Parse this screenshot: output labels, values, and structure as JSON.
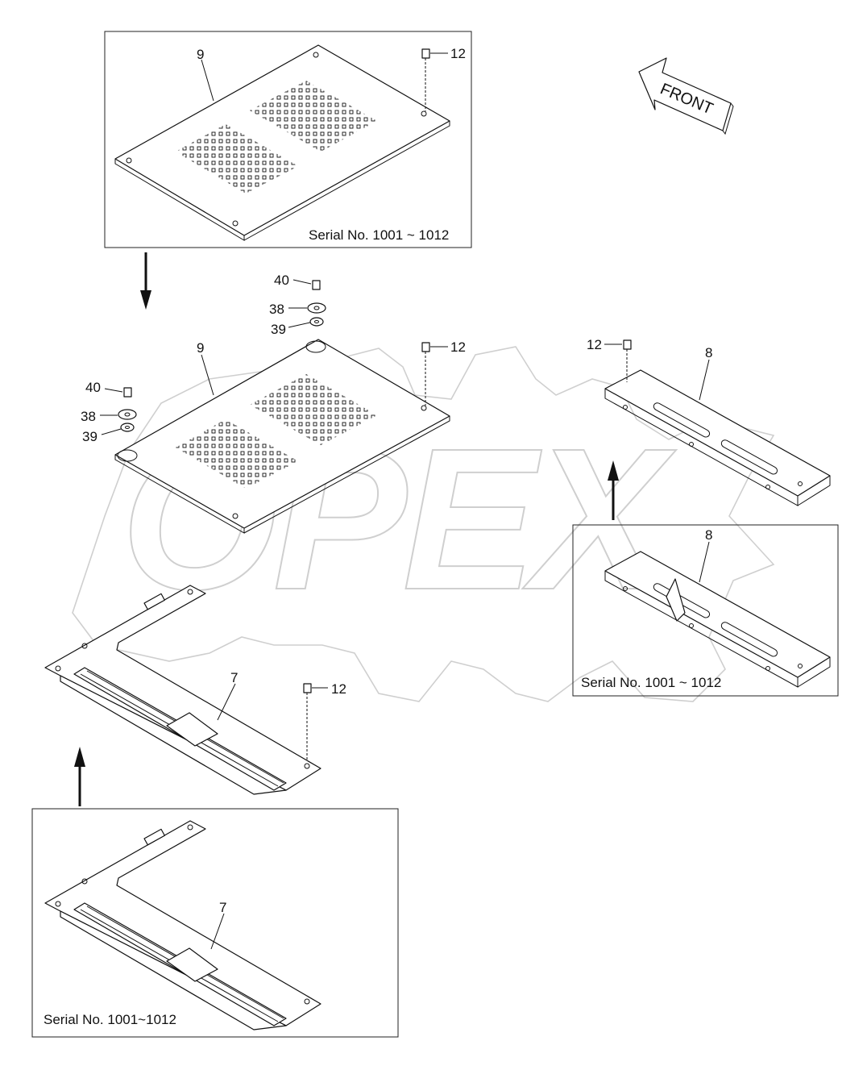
{
  "watermark": {
    "text": "OPEX"
  },
  "direction_arrow": {
    "label": "FRONT"
  },
  "part_labels": {
    "p9_top": "9",
    "p12_top": "12",
    "p40_a": "40",
    "p38_a": "38",
    "p39_a": "39",
    "p9_mid": "9",
    "p12_mid": "12",
    "p40_b": "40",
    "p38_b": "38",
    "p39_b": "39",
    "p12_right": "12",
    "p8_right": "8",
    "p8_box": "8",
    "p7_mid": "7",
    "p12_low": "12",
    "p7_box": "7"
  },
  "serial_notes": {
    "top_box": "Serial No. 1001 ~ 1012",
    "right_box": "Serial No. 1001 ~ 1012",
    "bottom_box": "Serial No. 1001~1012"
  },
  "colors": {
    "line": "#111111",
    "watermark": "#cfcfcf",
    "background": "#ffffff"
  }
}
